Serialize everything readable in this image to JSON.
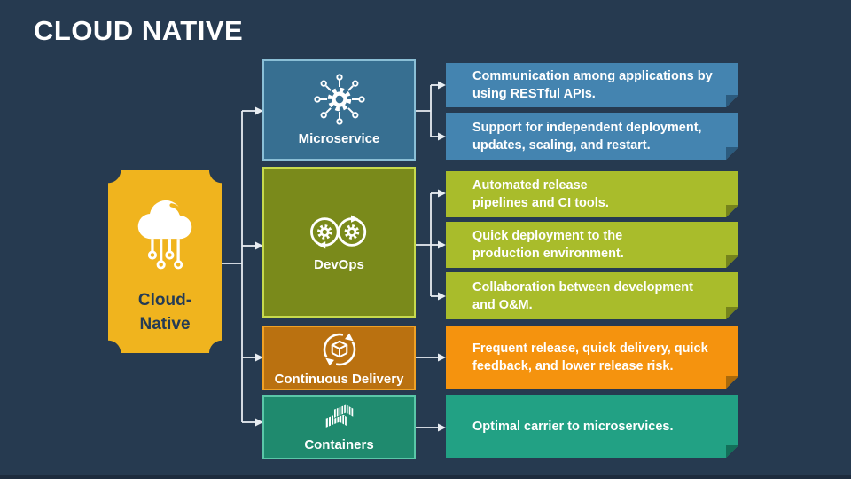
{
  "slide": {
    "title": "CLOUD NATIVE"
  },
  "root": {
    "label": "Cloud-\nNative"
  },
  "categories": [
    {
      "label": "Microservice",
      "icon": "microservice-hub-icon",
      "notes": [
        "Communication among applications by\nusing RESTful APIs.",
        "Support for independent deployment,\nupdates, scaling, and restart."
      ]
    },
    {
      "label": "DevOps",
      "icon": "devops-gears-icon",
      "notes": [
        "Automated release\npipelines and CI tools.",
        "Quick deployment to the\nproduction environment.",
        "Collaboration between development\nand O&M."
      ]
    },
    {
      "label": "Continuous Delivery",
      "icon": "continuous-delivery-cycle-icon",
      "notes": [
        "Frequent release, quick delivery, quick\nfeedback, and lower release risk."
      ]
    },
    {
      "label": "Containers",
      "icon": "containers-stack-icon",
      "notes": [
        "Optimal carrier to microservices."
      ]
    }
  ],
  "colors": {
    "background": "#263A50",
    "root_shape": "#F0B41E",
    "microservice_box": "#376F91",
    "devops_box": "#7A8A1B",
    "continuous_delivery_box": "#BA7110",
    "containers_box": "#1F8A6E",
    "note_blue": "#4484B0",
    "note_green": "#A9BC2B",
    "note_orange": "#F5930E",
    "note_teal": "#22A184",
    "connector": "#E8EDF2"
  }
}
